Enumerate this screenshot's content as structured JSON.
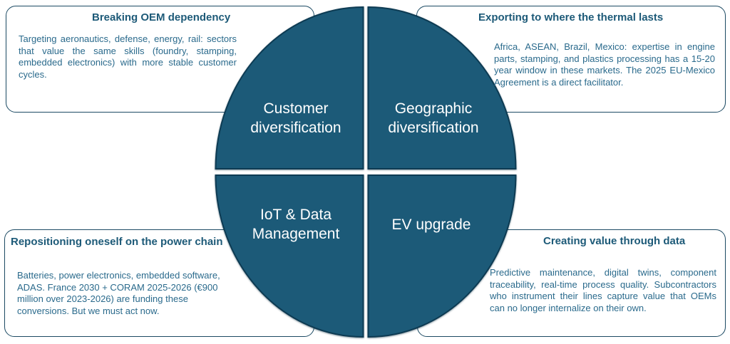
{
  "boxes": {
    "top_left": {
      "title": "Breaking OEM dependency",
      "text": "Targeting aeronautics, defense, energy, rail: sectors that value the same skills (foundry, stamping, embedded electronics) with more stable customer cycles."
    },
    "top_right": {
      "title": "Exporting to where the thermal lasts",
      "text": "Africa, ASEAN, Brazil, Mexico: expertise in engine parts, stamping, and plastics processing has a 15-20 year window in these markets. The 2025 EU-Mexico Agreement is a direct facilitator."
    },
    "bottom_left": {
      "title": "Repositioning oneself on the power chain",
      "text": "Batteries, power electronics, embedded software, ADAS. France 2030 + CORAM 2025-2026 (€900 million over 2023-2026) are funding these conversions. But we must act now."
    },
    "bottom_right": {
      "title": "Creating value through data",
      "text": "Predictive maintenance, digital twins, component traceability, real-time process quality. Subcontractors who instrument their lines capture value that OEMs can no longer internalize on their own."
    }
  },
  "quadrants": {
    "top_left": "Customer diversification",
    "top_right": "Geographic diversification",
    "bottom_left": "IoT & Data Management",
    "bottom_right": "EV upgrade"
  },
  "colors": {
    "quadrant_fill": "#1b5a78",
    "border": "#1c4a63",
    "text": "#2a6a8c",
    "title": "#1d5a78"
  }
}
